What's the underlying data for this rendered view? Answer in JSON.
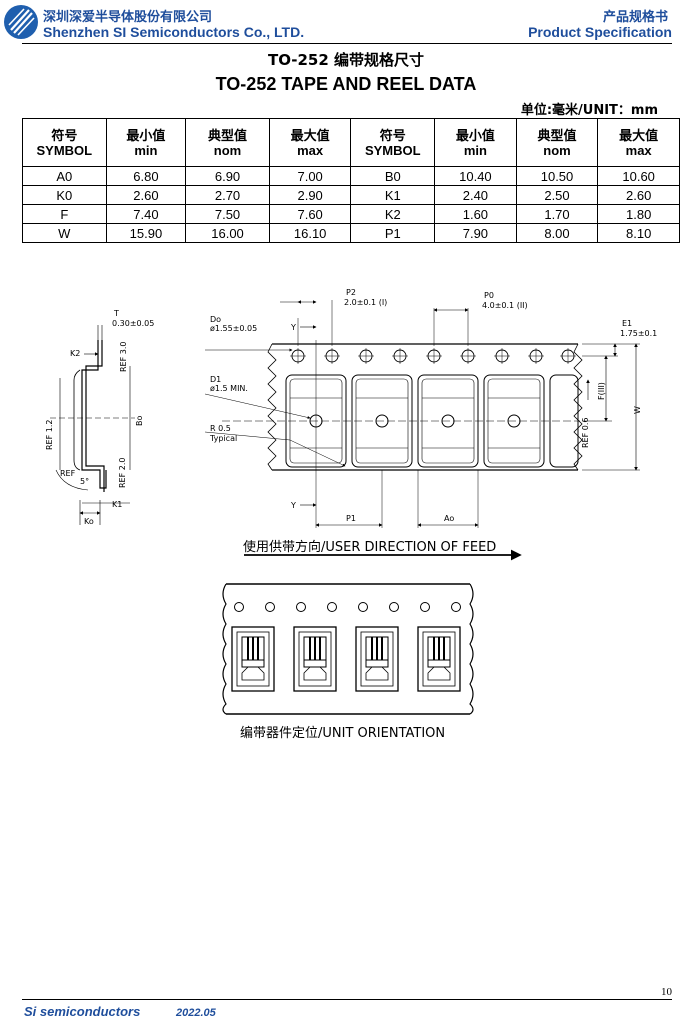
{
  "header": {
    "company_cn": "深圳深爱半导体股份有限公司",
    "company_en": "Shenzhen SI Semiconductors Co., LTD.",
    "doc_type_cn": "产品规格书",
    "doc_type_en": "Product Specification"
  },
  "title_cn": "TO-252 编带规格尺寸",
  "title_en": "TO-252 TAPE AND REEL DATA",
  "unit_label": "单位:毫米/UNIT：mm",
  "table": {
    "headers": [
      {
        "cn": "符号",
        "en": "SYMBOL"
      },
      {
        "cn": "最小值",
        "en": "min"
      },
      {
        "cn": "典型值",
        "en": "nom"
      },
      {
        "cn": "最大值",
        "en": "max"
      },
      {
        "cn": "符号",
        "en": "SYMBOL"
      },
      {
        "cn": "最小值",
        "en": "min"
      },
      {
        "cn": "典型值",
        "en": "nom"
      },
      {
        "cn": "最大值",
        "en": "max"
      }
    ],
    "rows": [
      [
        "A0",
        "6.80",
        "6.90",
        "7.00",
        "B0",
        "10.40",
        "10.50",
        "10.60"
      ],
      [
        "K0",
        "2.60",
        "2.70",
        "2.90",
        "K1",
        "2.40",
        "2.50",
        "2.60"
      ],
      [
        "F",
        "7.40",
        "7.50",
        "7.60",
        "K2",
        "1.60",
        "1.70",
        "1.80"
      ],
      [
        "W",
        "15.90",
        "16.00",
        "16.10",
        "P1",
        "7.90",
        "8.00",
        "8.10"
      ]
    ]
  },
  "drawing": {
    "t_label": "T",
    "t_value": "0.30±0.05",
    "k2": "K2",
    "ref_30": "REF 3.0",
    "ref_12": "REF 1.2",
    "bo": "Bo",
    "ref_20": "REF 2.0",
    "ref_angle": "REF",
    "angle": "5°",
    "k1": "K1",
    "ko": "Ko",
    "do_label": "Do",
    "do_value": "ø1.55±0.05",
    "y": "Y",
    "p2_label": "P2",
    "p2_value": "2.0±0.1  (I)",
    "p0_label": "P0",
    "p0_value": "4.0±0.1  (II)",
    "e1_label": "E1",
    "e1_value": "1.75±0.1",
    "d1_label": "D1",
    "d1_value": "ø1.5  MIN.",
    "r_label": "R 0.5",
    "typical": "Typical",
    "f_label": "F(III)",
    "ref_06": "REF 0.6",
    "w": "W",
    "p1": "P1",
    "ao": "Ao"
  },
  "feed_label": "使用供带方向/USER DIRECTION OF FEED",
  "orientation_label": "编带器件定位/UNIT ORIENTATION",
  "footer": {
    "company": "Si semiconductors",
    "date": "2022.05",
    "page": "10"
  }
}
